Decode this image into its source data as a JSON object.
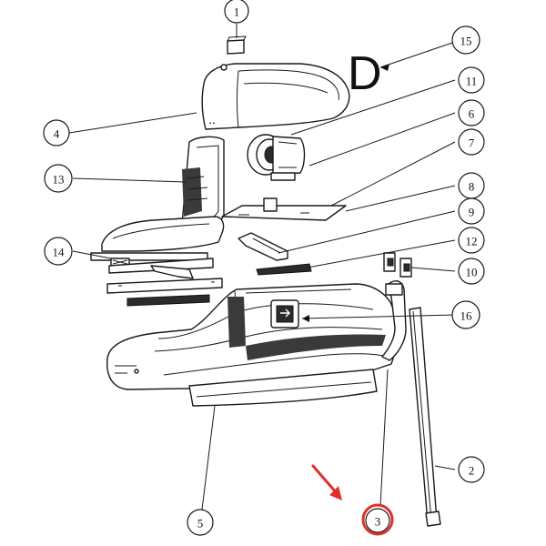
{
  "diagram": {
    "callouts": [
      {
        "id": "c1",
        "label": "1"
      },
      {
        "id": "c2",
        "label": "2"
      },
      {
        "id": "c3",
        "label": "3"
      },
      {
        "id": "c4",
        "label": "4"
      },
      {
        "id": "c5",
        "label": "5"
      },
      {
        "id": "c6",
        "label": "6"
      },
      {
        "id": "c7",
        "label": "7"
      },
      {
        "id": "c8",
        "label": "8"
      },
      {
        "id": "c9",
        "label": "9"
      },
      {
        "id": "c10",
        "label": "10"
      },
      {
        "id": "c11",
        "label": "11"
      },
      {
        "id": "c12",
        "label": "12"
      },
      {
        "id": "c13",
        "label": "13"
      },
      {
        "id": "c14",
        "label": "14"
      },
      {
        "id": "c15",
        "label": "15"
      },
      {
        "id": "c16",
        "label": "16"
      }
    ],
    "part_15_symbol": "D",
    "highlighted_callout": "3",
    "highlight_color": "#e0302b"
  }
}
